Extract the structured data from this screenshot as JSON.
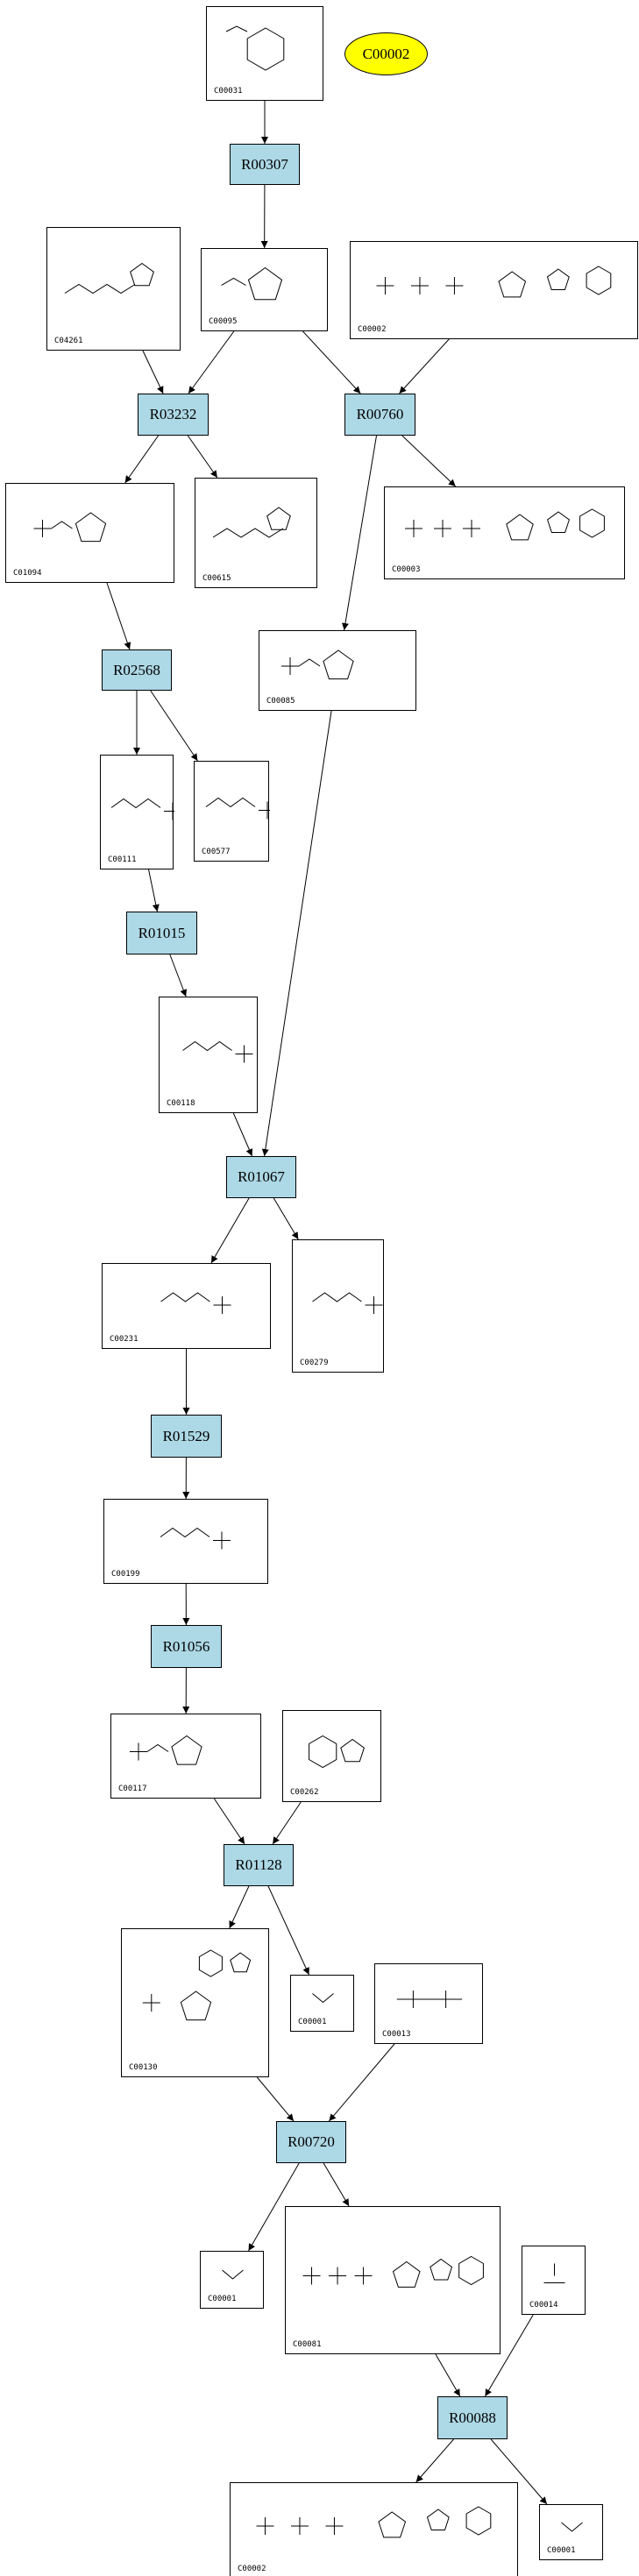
{
  "legend": {
    "label": "C00002",
    "color": "#ffff00"
  },
  "colors": {
    "reaction_fill": "#add8e6",
    "compound_fill": "#ffffff",
    "edge": "#000000"
  },
  "nodes": {
    "c00031": {
      "type": "compound",
      "id": "C00031"
    },
    "r00307": {
      "type": "reaction",
      "id": "R00307"
    },
    "c04261": {
      "type": "compound",
      "id": "C04261"
    },
    "c00095": {
      "type": "compound",
      "id": "C00095"
    },
    "c00002a": {
      "type": "compound",
      "id": "C00002"
    },
    "r03232": {
      "type": "reaction",
      "id": "R03232"
    },
    "r00760": {
      "type": "reaction",
      "id": "R00760"
    },
    "c01094": {
      "type": "compound",
      "id": "C01094"
    },
    "c00615": {
      "type": "compound",
      "id": "C00615"
    },
    "c00003": {
      "type": "compound",
      "id": "C00003"
    },
    "c00085": {
      "type": "compound",
      "id": "C00085"
    },
    "r02568": {
      "type": "reaction",
      "id": "R02568"
    },
    "c00111": {
      "type": "compound",
      "id": "C00111"
    },
    "c00577": {
      "type": "compound",
      "id": "C00577"
    },
    "r01015": {
      "type": "reaction",
      "id": "R01015"
    },
    "c00118": {
      "type": "compound",
      "id": "C00118"
    },
    "r01067": {
      "type": "reaction",
      "id": "R01067"
    },
    "c00231": {
      "type": "compound",
      "id": "C00231"
    },
    "c00279": {
      "type": "compound",
      "id": "C00279"
    },
    "r01529": {
      "type": "reaction",
      "id": "R01529"
    },
    "c00199": {
      "type": "compound",
      "id": "C00199"
    },
    "r01056": {
      "type": "reaction",
      "id": "R01056"
    },
    "c00117": {
      "type": "compound",
      "id": "C00117"
    },
    "c00262": {
      "type": "compound",
      "id": "C00262"
    },
    "r01128": {
      "type": "reaction",
      "id": "R01128"
    },
    "c00130": {
      "type": "compound",
      "id": "C00130"
    },
    "c00001a": {
      "type": "compound",
      "id": "C00001"
    },
    "c00013": {
      "type": "compound",
      "id": "C00013"
    },
    "r00720": {
      "type": "reaction",
      "id": "R00720"
    },
    "c00001b": {
      "type": "compound",
      "id": "C00001"
    },
    "c00081": {
      "type": "compound",
      "id": "C00081"
    },
    "c00014": {
      "type": "compound",
      "id": "C00014"
    },
    "r00088": {
      "type": "reaction",
      "id": "R00088"
    },
    "c00002b": {
      "type": "compound",
      "id": "C00002"
    },
    "c00001c": {
      "type": "compound",
      "id": "C00001"
    }
  },
  "edges": [
    [
      "c00031",
      "r00307"
    ],
    [
      "r00307",
      "c00095"
    ],
    [
      "c04261",
      "r03232"
    ],
    [
      "c00095",
      "r03232"
    ],
    [
      "c00095",
      "r00760"
    ],
    [
      "c00002a",
      "r00760"
    ],
    [
      "r03232",
      "c01094"
    ],
    [
      "r03232",
      "c00615"
    ],
    [
      "r00760",
      "c00003"
    ],
    [
      "r00760",
      "c00085"
    ],
    [
      "c01094",
      "r02568"
    ],
    [
      "r02568",
      "c00111"
    ],
    [
      "r02568",
      "c00577"
    ],
    [
      "c00111",
      "r01015"
    ],
    [
      "r01015",
      "c00118"
    ],
    [
      "c00118",
      "r01067"
    ],
    [
      "c00085",
      "r01067"
    ],
    [
      "r01067",
      "c00231"
    ],
    [
      "r01067",
      "c00279"
    ],
    [
      "c00231",
      "r01529"
    ],
    [
      "r01529",
      "c00199"
    ],
    [
      "c00199",
      "r01056"
    ],
    [
      "r01056",
      "c00117"
    ],
    [
      "c00117",
      "r01128"
    ],
    [
      "c00262",
      "r01128"
    ],
    [
      "r01128",
      "c00130"
    ],
    [
      "r01128",
      "c00001a"
    ],
    [
      "c00130",
      "r00720"
    ],
    [
      "c00013",
      "r00720"
    ],
    [
      "r00720",
      "c00001b"
    ],
    [
      "r00720",
      "c00081"
    ],
    [
      "c00081",
      "r00088"
    ],
    [
      "c00014",
      "r00088"
    ],
    [
      "r00088",
      "c00002b"
    ],
    [
      "r00088",
      "c00001c"
    ]
  ]
}
